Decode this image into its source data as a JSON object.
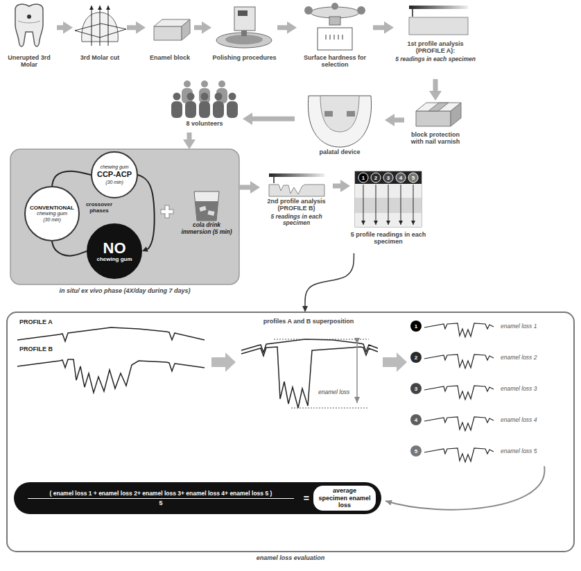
{
  "diagram": {
    "nodes": [
      {
        "text": [
          "Unerupted 3rd Molar"
        ]
      },
      {
        "text": [
          "3rd Molar cut"
        ]
      },
      {
        "text": [
          "Enamel block"
        ]
      },
      {
        "text": [
          "Polishing procedures"
        ]
      },
      {
        "text": [
          "Surface hardness for selection"
        ]
      },
      {
        "text": [
          "1st profile analysis (PROFILE A):",
          "5 readings in each specimen"
        ]
      },
      {
        "text": [
          "block protection with nail varnish"
        ]
      },
      {
        "text": [
          "palatal device"
        ]
      },
      {
        "text": [
          "8 volunteers"
        ]
      },
      {
        "text": [
          "in situ/ ex vivo phase (4X/day during 7 days)"
        ]
      },
      {
        "text": [
          "chewing gum",
          "CCP-ACP",
          "(30 min)"
        ],
        "in": 9
      },
      {
        "text": [
          "CONVENTIONAL",
          "chewing gum",
          "(30 min)"
        ],
        "in": 9
      },
      {
        "text": [
          "NO",
          "chewing gum"
        ],
        "in": 9
      },
      {
        "text": [
          "cola drink immersion (5 min)"
        ],
        "in": 9
      },
      {
        "text": [
          "2nd profile analysis (PROFILE B)",
          "5 readings in each specimen"
        ]
      },
      {
        "text": [
          "5 profile readings in each specimen"
        ]
      },
      {
        "text": [
          "enamel loss evaluation"
        ]
      },
      {
        "text": [
          "( enamel loss 1 + enamel loss 2+ enamel loss 3+ enamel loss 4+ enamel loss 5 )",
          "5",
          "=",
          "average specimen enamel loss"
        ],
        "in": 16
      }
    ],
    "edges": [
      {
        "from": 0,
        "to": 1,
        "arrow": "to"
      },
      {
        "from": 1,
        "to": 2,
        "arrow": "to"
      },
      {
        "from": 2,
        "to": 3,
        "arrow": "to"
      },
      {
        "from": 3,
        "to": 4,
        "arrow": "to"
      },
      {
        "from": 4,
        "to": 5,
        "arrow": "to"
      },
      {
        "from": 5,
        "to": 6,
        "arrow": "to"
      },
      {
        "from": 6,
        "to": 7,
        "arrow": "to"
      },
      {
        "from": 7,
        "to": 8,
        "arrow": "to"
      },
      {
        "from": 8,
        "to": 9,
        "arrow": "to"
      },
      {
        "from": 11,
        "to": 10,
        "arrow": "none"
      },
      {
        "from": 10,
        "to": 12,
        "arrow": "to"
      },
      {
        "from": 12,
        "to": 11,
        "arrow": "none"
      },
      {
        "from": 9,
        "to": 14,
        "arrow": "to"
      },
      {
        "from": 14,
        "to": 15,
        "arrow": "to"
      },
      {
        "from": 15,
        "to": 16,
        "arrow": "to"
      }
    ],
    "labels": [
      "crossover phases",
      "1",
      "2",
      "3",
      "4",
      "5",
      "PROFILE A",
      "PROFILE B",
      "profiles A and B superposition",
      "enamel loss",
      "1",
      "enamel loss 1",
      "2",
      "enamel loss 2",
      "3",
      "enamel loss 3",
      "4",
      "enamel loss 4",
      "5",
      "enamel loss 5"
    ]
  }
}
